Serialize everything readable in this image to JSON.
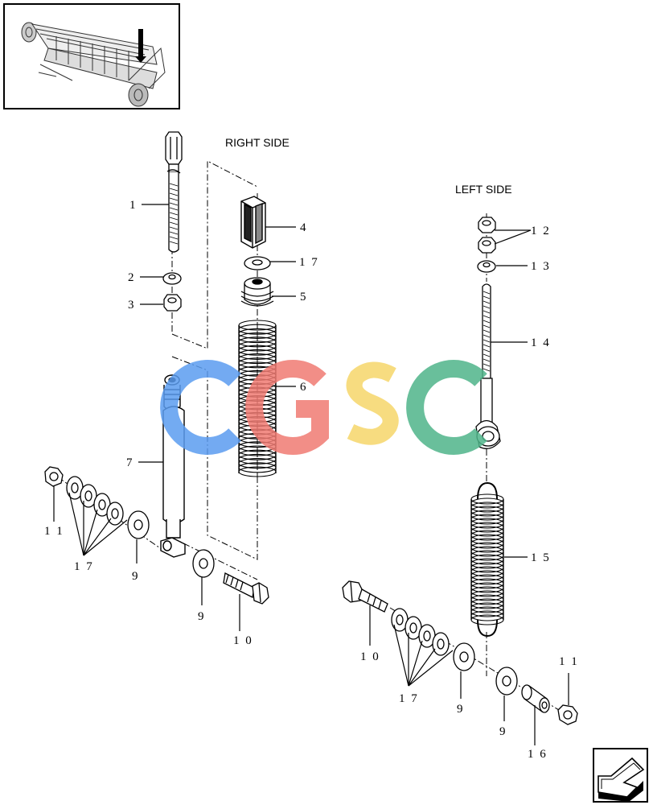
{
  "labels": {
    "right_side": "RIGHT SIDE",
    "left_side": "LEFT SIDE"
  },
  "watermark": {
    "text": "CGSC",
    "colors": [
      "#5b9cf0",
      "#f07b73",
      "#f6d76a",
      "#4fb58a"
    ]
  },
  "callouts": {
    "c1": "1",
    "c2": "2",
    "c3": "3",
    "c4": "4",
    "c5": "5",
    "c6": "6",
    "c7": "7",
    "c9a": "9",
    "c9b": "9",
    "c9c": "9",
    "c9d": "9",
    "c10a": "1 0",
    "c10b": "1 0",
    "c11a": "1 1",
    "c11b": "1 1",
    "c12": "1 2",
    "c13": "1 3",
    "c14": "1 4",
    "c15": "1 5",
    "c16": "1 6",
    "c17a": "1 7",
    "c17b": "1 7",
    "c17c": "1 7"
  },
  "icons": {
    "thumbnail": "baler-pickup-thumbnail-icon",
    "navigation": "next-page-arrow-icon"
  }
}
